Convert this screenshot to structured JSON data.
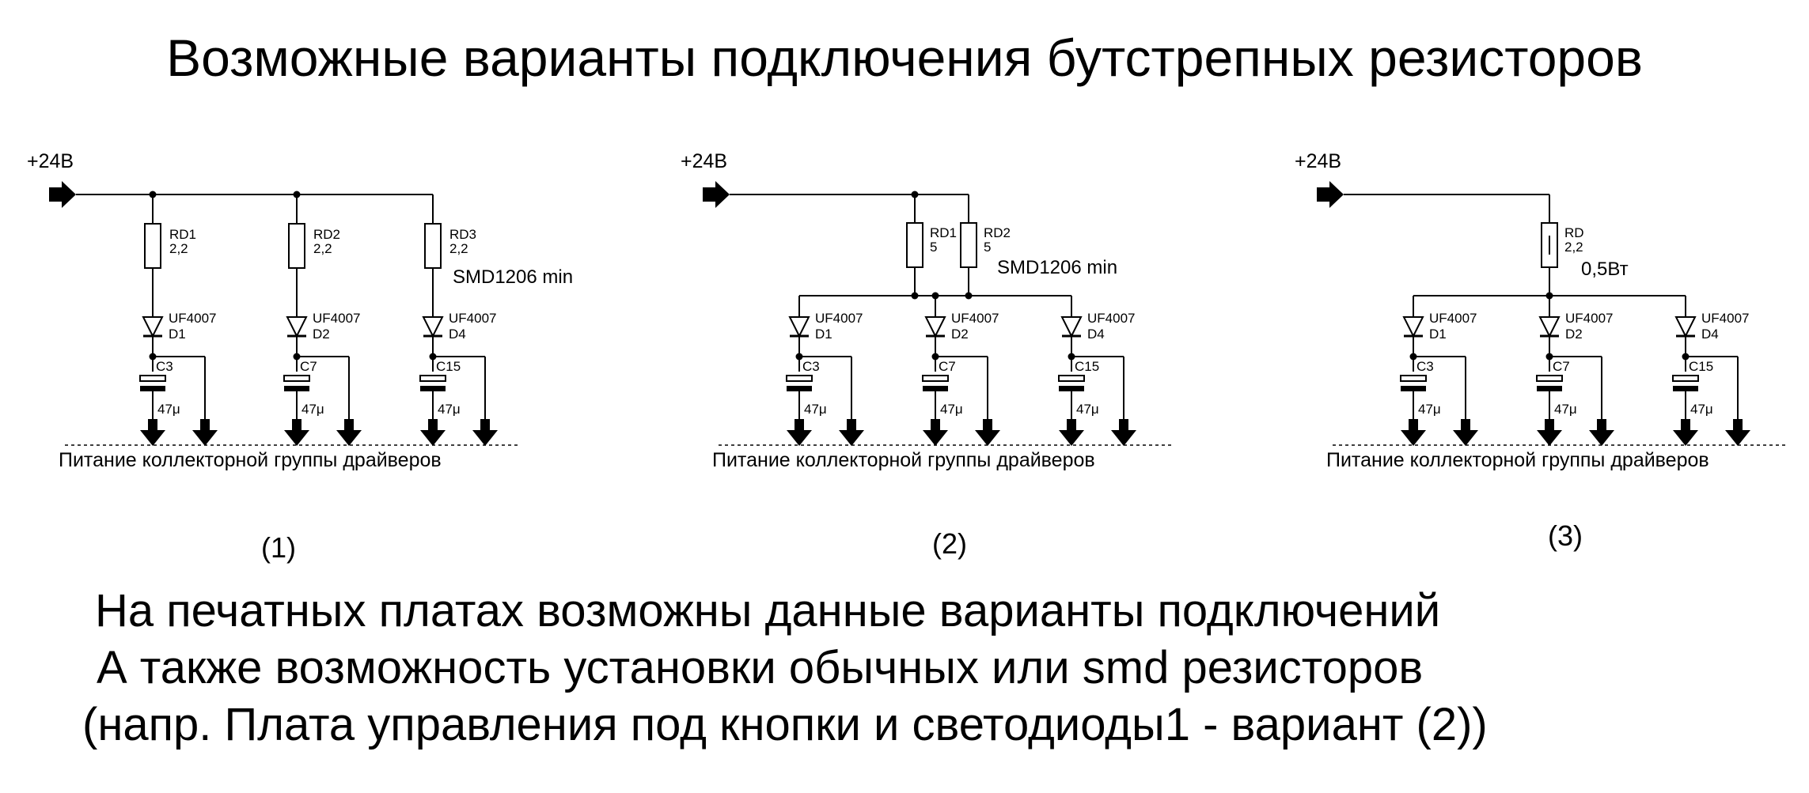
{
  "title": "Возможные варианты подключения бутстрепных резисторов",
  "notes": [
    "На печатных платах возможны данные варианты подключений",
    "А также возможность установки обычных или smd резисторов",
    "(напр. Плата управления под кнопки и светодиоды1 - вариант (2))"
  ],
  "variants": [
    {
      "label": "(1)",
      "supply": "+24B",
      "bus_label": "Питание коллекторной группы драйверов",
      "resistors": [
        {
          "ref": "RD1",
          "value": "2,2"
        },
        {
          "ref": "RD2",
          "value": "2,2"
        },
        {
          "ref": "RD3",
          "value": "2,2"
        }
      ],
      "resistor_note": "SMD1206 min",
      "channels": [
        {
          "diode_type": "UF4007",
          "diode_ref": "D1",
          "cap_ref": "C3",
          "cap_value": "47μ"
        },
        {
          "diode_type": "UF4007",
          "diode_ref": "D2",
          "cap_ref": "C7",
          "cap_value": "47μ"
        },
        {
          "diode_type": "UF4007",
          "diode_ref": "D4",
          "cap_ref": "C15",
          "cap_value": "47μ"
        }
      ]
    },
    {
      "label": "(2)",
      "supply": "+24B",
      "bus_label": "Питание коллекторной группы драйверов",
      "resistors": [
        {
          "ref": "RD1",
          "value": "5"
        },
        {
          "ref": "RD2",
          "value": "5"
        }
      ],
      "resistor_note": "SMD1206 min",
      "channels": [
        {
          "diode_type": "UF4007",
          "diode_ref": "D1",
          "cap_ref": "C3",
          "cap_value": "47μ"
        },
        {
          "diode_type": "UF4007",
          "diode_ref": "D2",
          "cap_ref": "C7",
          "cap_value": "47μ"
        },
        {
          "diode_type": "UF4007",
          "diode_ref": "D4",
          "cap_ref": "C15",
          "cap_value": "47μ"
        }
      ]
    },
    {
      "label": "(3)",
      "supply": "+24B",
      "bus_label": "Питание коллекторной группы драйверов",
      "resistors": [
        {
          "ref": "RD",
          "value": "2,2"
        }
      ],
      "resistor_note": "0,5Вт",
      "channels": [
        {
          "diode_type": "UF4007",
          "diode_ref": "D1",
          "cap_ref": "C3",
          "cap_value": "47μ"
        },
        {
          "diode_type": "UF4007",
          "diode_ref": "D2",
          "cap_ref": "C7",
          "cap_value": "47μ"
        },
        {
          "diode_type": "UF4007",
          "diode_ref": "D4",
          "cap_ref": "C15",
          "cap_value": "47μ"
        }
      ]
    }
  ]
}
